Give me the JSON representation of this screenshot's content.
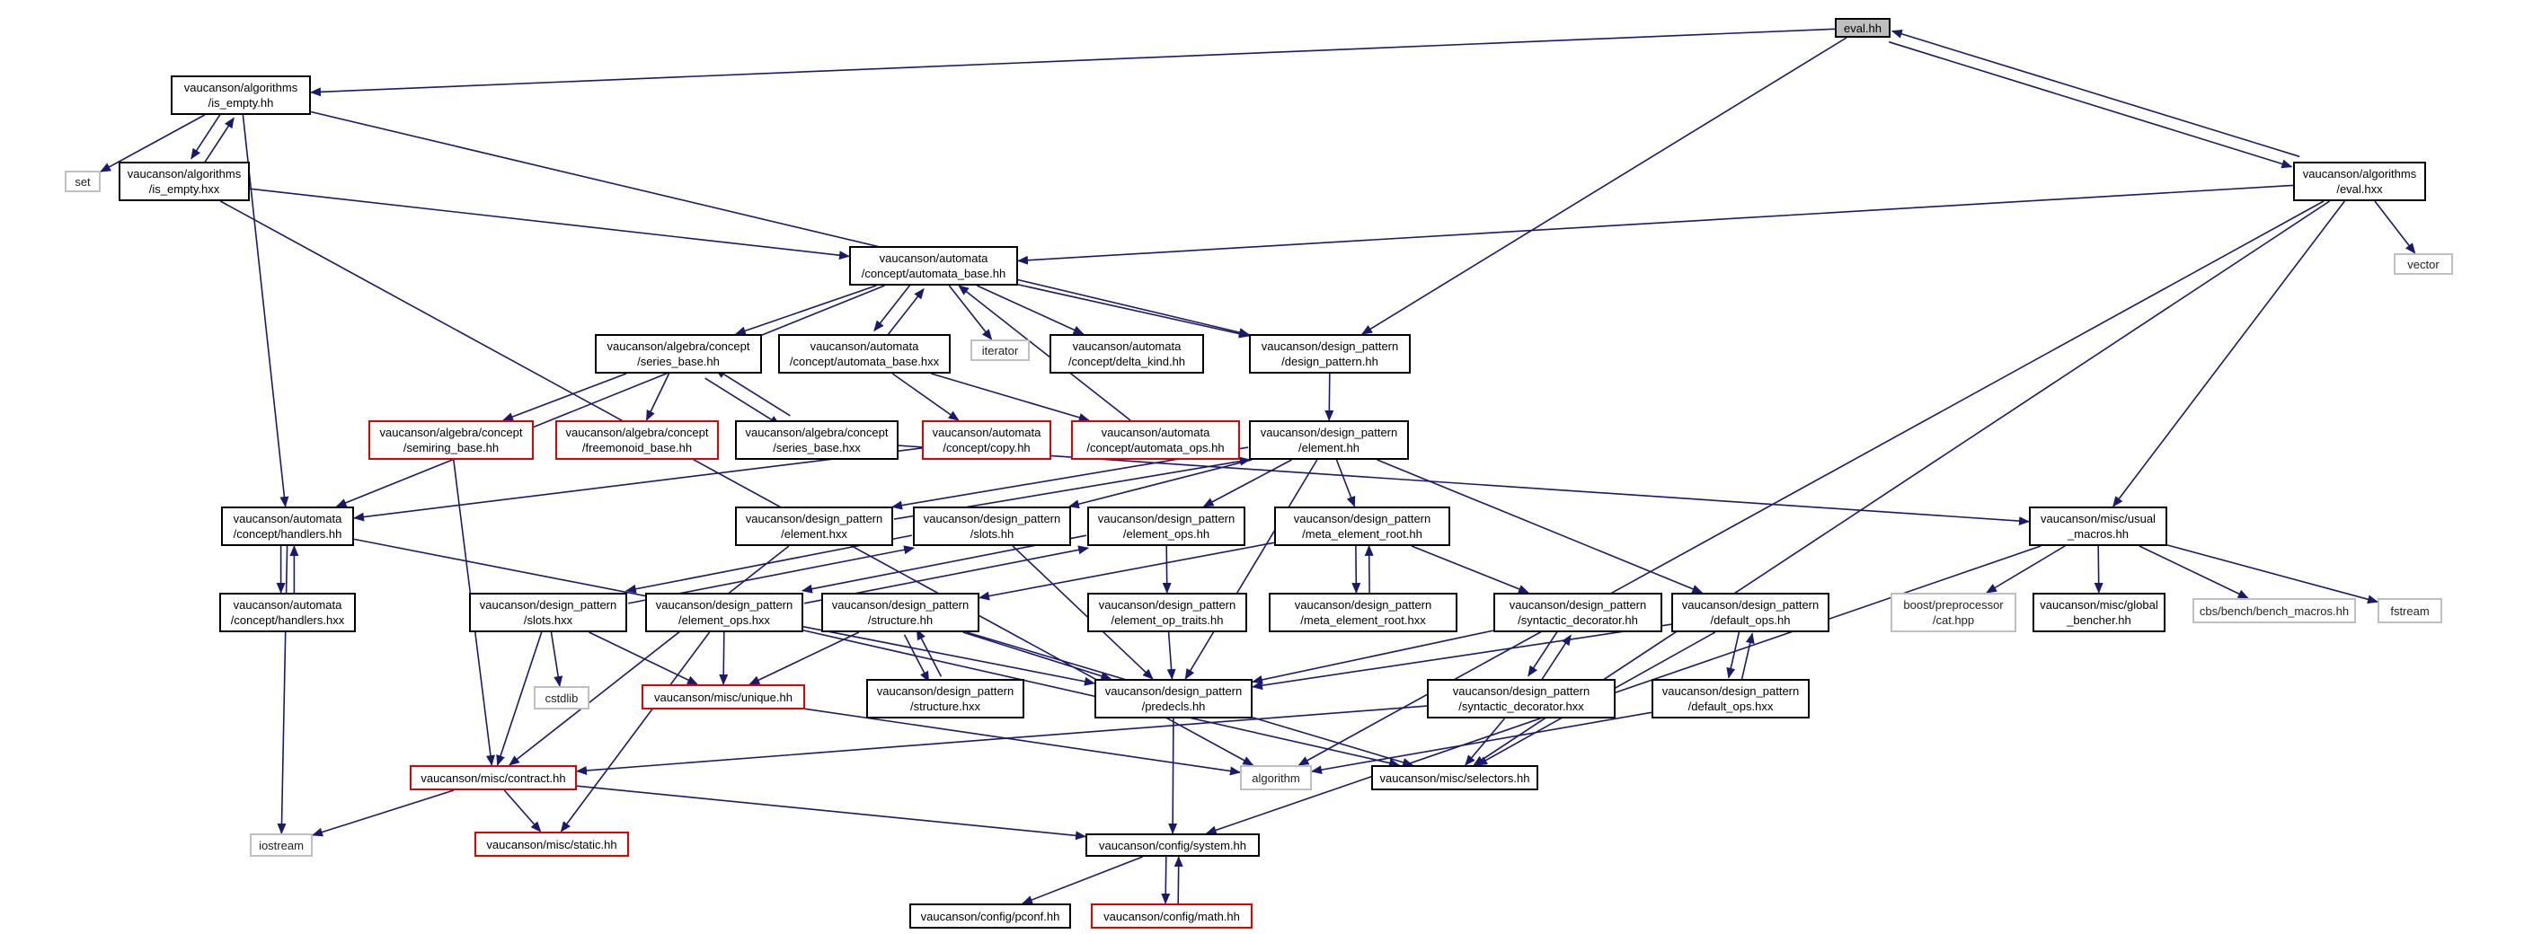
{
  "colors": {
    "edge": "#191970",
    "normal_border": "#000000",
    "missing_border": "#e00000",
    "external_border": "#bfbfbf",
    "root_fill": "#bfbfbf",
    "background": "#ffffff"
  },
  "nodes": [
    {
      "id": "eval_hh",
      "kind": "root",
      "lines": [
        "eval.hh"
      ]
    },
    {
      "id": "is_empty_hh",
      "kind": "normal",
      "lines": [
        "vaucanson/algorithms",
        "/is_empty.hh"
      ]
    },
    {
      "id": "set",
      "kind": "external",
      "lines": [
        "set"
      ]
    },
    {
      "id": "is_empty_hxx",
      "kind": "normal",
      "lines": [
        "vaucanson/algorithms",
        "/is_empty.hxx"
      ]
    },
    {
      "id": "eval_hxx",
      "kind": "normal",
      "lines": [
        "vaucanson/algorithms",
        "/eval.hxx"
      ]
    },
    {
      "id": "vector",
      "kind": "external",
      "lines": [
        "vector"
      ]
    },
    {
      "id": "automata_base_hh",
      "kind": "normal",
      "lines": [
        "vaucanson/automata",
        "/concept/automata_base.hh"
      ]
    },
    {
      "id": "series_base_hh",
      "kind": "normal",
      "lines": [
        "vaucanson/algebra/concept",
        "/series_base.hh"
      ]
    },
    {
      "id": "automata_base_hxx",
      "kind": "normal",
      "lines": [
        "vaucanson/automata",
        "/concept/automata_base.hxx"
      ]
    },
    {
      "id": "iterator",
      "kind": "external",
      "lines": [
        "iterator"
      ]
    },
    {
      "id": "delta_kind_hh",
      "kind": "normal",
      "lines": [
        "vaucanson/automata",
        "/concept/delta_kind.hh"
      ]
    },
    {
      "id": "design_pattern_hh",
      "kind": "normal",
      "lines": [
        "vaucanson/design_pattern",
        "/design_pattern.hh"
      ]
    },
    {
      "id": "semiring_base_hh",
      "kind": "missing",
      "lines": [
        "vaucanson/algebra/concept",
        "/semiring_base.hh"
      ]
    },
    {
      "id": "freemonoid_base_hh",
      "kind": "missing",
      "lines": [
        "vaucanson/algebra/concept",
        "/freemonoid_base.hh"
      ]
    },
    {
      "id": "series_base_hxx",
      "kind": "normal",
      "lines": [
        "vaucanson/algebra/concept",
        "/series_base.hxx"
      ]
    },
    {
      "id": "copy_hh",
      "kind": "missing",
      "lines": [
        "vaucanson/automata",
        "/concept/copy.hh"
      ]
    },
    {
      "id": "automata_ops_hh",
      "kind": "missing",
      "lines": [
        "vaucanson/automata",
        "/concept/automata_ops.hh"
      ]
    },
    {
      "id": "element_hh",
      "kind": "normal",
      "lines": [
        "vaucanson/design_pattern",
        "/element.hh"
      ]
    },
    {
      "id": "handlers_hh",
      "kind": "normal",
      "lines": [
        "vaucanson/automata",
        "/concept/handlers.hh"
      ]
    },
    {
      "id": "element_hxx",
      "kind": "normal",
      "lines": [
        "vaucanson/design_pattern",
        "/element.hxx"
      ]
    },
    {
      "id": "slots_hh",
      "kind": "normal",
      "lines": [
        "vaucanson/design_pattern",
        "/slots.hh"
      ]
    },
    {
      "id": "element_ops_hh",
      "kind": "normal",
      "lines": [
        "vaucanson/design_pattern",
        "/element_ops.hh"
      ]
    },
    {
      "id": "meta_element_root_hh",
      "kind": "normal",
      "lines": [
        "vaucanson/design_pattern",
        "/meta_element_root.hh"
      ]
    },
    {
      "id": "usual_macros_hh",
      "kind": "normal",
      "lines": [
        "vaucanson/misc/usual",
        "_macros.hh"
      ]
    },
    {
      "id": "handlers_hxx",
      "kind": "normal",
      "lines": [
        "vaucanson/automata",
        "/concept/handlers.hxx"
      ]
    },
    {
      "id": "slots_hxx",
      "kind": "normal",
      "lines": [
        "vaucanson/design_pattern",
        "/slots.hxx"
      ]
    },
    {
      "id": "element_ops_hxx",
      "kind": "normal",
      "lines": [
        "vaucanson/design_pattern",
        "/element_ops.hxx"
      ]
    },
    {
      "id": "structure_hh",
      "kind": "normal",
      "lines": [
        "vaucanson/design_pattern",
        "/structure.hh"
      ]
    },
    {
      "id": "element_op_traits_hh",
      "kind": "normal",
      "lines": [
        "vaucanson/design_pattern",
        "/element_op_traits.hh"
      ]
    },
    {
      "id": "meta_element_root_hxx",
      "kind": "normal",
      "lines": [
        "vaucanson/design_pattern",
        "/meta_element_root.hxx"
      ]
    },
    {
      "id": "syntactic_decorator_hh",
      "kind": "normal",
      "lines": [
        "vaucanson/design_pattern",
        "/syntactic_decorator.hh"
      ]
    },
    {
      "id": "default_ops_hh",
      "kind": "normal",
      "lines": [
        "vaucanson/design_pattern",
        "/default_ops.hh"
      ]
    },
    {
      "id": "preprocessor_cat",
      "kind": "external",
      "lines": [
        "boost/preprocessor",
        "/cat.hpp"
      ]
    },
    {
      "id": "global_bencher_hh",
      "kind": "normal",
      "lines": [
        "vaucanson/misc/global",
        "_bencher.hh"
      ]
    },
    {
      "id": "bench_macros_hh",
      "kind": "external",
      "lines": [
        "cbs/bench/bench_macros.hh"
      ]
    },
    {
      "id": "fstream",
      "kind": "external",
      "lines": [
        "fstream"
      ]
    },
    {
      "id": "cstdlib",
      "kind": "external",
      "lines": [
        "cstdlib"
      ]
    },
    {
      "id": "unique_hh",
      "kind": "missing",
      "lines": [
        "vaucanson/misc/unique.hh"
      ]
    },
    {
      "id": "structure_hxx",
      "kind": "normal",
      "lines": [
        "vaucanson/design_pattern",
        "/structure.hxx"
      ]
    },
    {
      "id": "predecls_hh",
      "kind": "normal",
      "lines": [
        "vaucanson/design_pattern",
        "/predecls.hh"
      ]
    },
    {
      "id": "syntactic_decorator_hxx",
      "kind": "normal",
      "lines": [
        "vaucanson/design_pattern",
        "/syntactic_decorator.hxx"
      ]
    },
    {
      "id": "default_ops_hxx",
      "kind": "normal",
      "lines": [
        "vaucanson/design_pattern",
        "/default_ops.hxx"
      ]
    },
    {
      "id": "contract_hh",
      "kind": "missing",
      "lines": [
        "vaucanson/misc/contract.hh"
      ]
    },
    {
      "id": "algorithm",
      "kind": "external",
      "lines": [
        "algorithm"
      ]
    },
    {
      "id": "selectors_hh",
      "kind": "normal",
      "lines": [
        "vaucanson/misc/selectors.hh"
      ]
    },
    {
      "id": "iostream",
      "kind": "external",
      "lines": [
        "iostream"
      ]
    },
    {
      "id": "static_hh",
      "kind": "missing",
      "lines": [
        "vaucanson/misc/static.hh"
      ]
    },
    {
      "id": "system_hh",
      "kind": "normal",
      "lines": [
        "vaucanson/config/system.hh"
      ]
    },
    {
      "id": "pconf_hh",
      "kind": "normal",
      "lines": [
        "vaucanson/config/pconf.hh"
      ]
    },
    {
      "id": "math_hh",
      "kind": "missing",
      "lines": [
        "vaucanson/config/math.hh"
      ]
    }
  ],
  "edges": [
    [
      "eval_hh",
      "is_empty_hh"
    ],
    [
      "eval_hh",
      "eval_hxx"
    ],
    [
      "eval_hh",
      "design_pattern_hh"
    ],
    [
      "is_empty_hh",
      "set"
    ],
    [
      "is_empty_hh",
      "is_empty_hxx"
    ],
    [
      "is_empty_hh",
      "handlers_hh"
    ],
    [
      "is_empty_hh",
      "design_pattern_hh"
    ],
    [
      "is_empty_hxx",
      "is_empty_hh"
    ],
    [
      "is_empty_hxx",
      "automata_base_hh"
    ],
    [
      "is_empty_hxx",
      "algorithm"
    ],
    [
      "eval_hxx",
      "eval_hh"
    ],
    [
      "eval_hxx",
      "automata_base_hh"
    ],
    [
      "eval_hxx",
      "vector"
    ],
    [
      "eval_hxx",
      "usual_macros_hh"
    ],
    [
      "eval_hxx",
      "algorithm"
    ],
    [
      "eval_hxx",
      "selectors_hh"
    ],
    [
      "automata_base_hh",
      "series_base_hh"
    ],
    [
      "automata_base_hh",
      "automata_base_hxx"
    ],
    [
      "automata_base_hh",
      "iterator"
    ],
    [
      "automata_base_hh",
      "delta_kind_hh"
    ],
    [
      "automata_base_hh",
      "design_pattern_hh"
    ],
    [
      "automata_base_hh",
      "handlers_hh"
    ],
    [
      "automata_base_hxx",
      "automata_base_hh"
    ],
    [
      "automata_base_hxx",
      "copy_hh"
    ],
    [
      "automata_base_hxx",
      "automata_ops_hh"
    ],
    [
      "automata_ops_hh",
      "automata_base_hh"
    ],
    [
      "series_base_hh",
      "semiring_base_hh"
    ],
    [
      "series_base_hh",
      "freemonoid_base_hh"
    ],
    [
      "series_base_hh",
      "series_base_hxx"
    ],
    [
      "series_base_hxx",
      "series_base_hh"
    ],
    [
      "series_base_hxx",
      "usual_macros_hh"
    ],
    [
      "semiring_base_hh",
      "contract_hh"
    ],
    [
      "copy_hh",
      "handlers_hh"
    ],
    [
      "design_pattern_hh",
      "element_hh"
    ],
    [
      "element_hh",
      "element_hxx"
    ],
    [
      "element_hh",
      "slots_hh"
    ],
    [
      "element_hh",
      "element_ops_hh"
    ],
    [
      "element_hh",
      "meta_element_root_hh"
    ],
    [
      "element_hh",
      "default_ops_hh"
    ],
    [
      "element_hh",
      "predecls_hh"
    ],
    [
      "element_hxx",
      "element_hh"
    ],
    [
      "element_hxx",
      "contract_hh"
    ],
    [
      "slots_hh",
      "slots_hxx"
    ],
    [
      "slots_hh",
      "predecls_hh"
    ],
    [
      "slots_hxx",
      "slots_hh"
    ],
    [
      "slots_hxx",
      "cstdlib"
    ],
    [
      "slots_hxx",
      "unique_hh"
    ],
    [
      "slots_hxx",
      "contract_hh"
    ],
    [
      "element_ops_hh",
      "element_ops_hxx"
    ],
    [
      "element_ops_hh",
      "element_op_traits_hh"
    ],
    [
      "element_ops_hxx",
      "element_ops_hh"
    ],
    [
      "element_ops_hxx",
      "unique_hh"
    ],
    [
      "element_ops_hxx",
      "static_hh"
    ],
    [
      "element_ops_hxx",
      "selectors_hh"
    ],
    [
      "element_op_traits_hh",
      "predecls_hh"
    ],
    [
      "meta_element_root_hh",
      "meta_element_root_hxx"
    ],
    [
      "meta_element_root_hh",
      "structure_hh"
    ],
    [
      "meta_element_root_hh",
      "syntactic_decorator_hh"
    ],
    [
      "meta_element_root_hxx",
      "meta_element_root_hh"
    ],
    [
      "structure_hh",
      "structure_hxx"
    ],
    [
      "structure_hh",
      "predecls_hh"
    ],
    [
      "structure_hh",
      "unique_hh"
    ],
    [
      "structure_hh",
      "selectors_hh"
    ],
    [
      "structure_hxx",
      "structure_hh"
    ],
    [
      "syntactic_decorator_hh",
      "syntactic_decorator_hxx"
    ],
    [
      "syntactic_decorator_hh",
      "predecls_hh"
    ],
    [
      "syntactic_decorator_hxx",
      "syntactic_decorator_hh"
    ],
    [
      "syntactic_decorator_hxx",
      "selectors_hh"
    ],
    [
      "syntactic_decorator_hxx",
      "contract_hh"
    ],
    [
      "default_ops_hh",
      "default_ops_hxx"
    ],
    [
      "default_ops_hh",
      "predecls_hh"
    ],
    [
      "default_ops_hh",
      "selectors_hh"
    ],
    [
      "default_ops_hxx",
      "default_ops_hh"
    ],
    [
      "default_ops_hxx",
      "algorithm"
    ],
    [
      "handlers_hh",
      "handlers_hxx"
    ],
    [
      "handlers_hh",
      "iostream"
    ],
    [
      "handlers_hh",
      "predecls_hh"
    ],
    [
      "handlers_hxx",
      "handlers_hh"
    ],
    [
      "usual_macros_hh",
      "preprocessor_cat"
    ],
    [
      "usual_macros_hh",
      "global_bencher_hh"
    ],
    [
      "usual_macros_hh",
      "bench_macros_hh"
    ],
    [
      "usual_macros_hh",
      "fstream"
    ],
    [
      "usual_macros_hh",
      "system_hh"
    ],
    [
      "predecls_hh",
      "system_hh"
    ],
    [
      "unique_hh",
      "algorithm"
    ],
    [
      "contract_hh",
      "iostream"
    ],
    [
      "contract_hh",
      "static_hh"
    ],
    [
      "contract_hh",
      "system_hh"
    ],
    [
      "system_hh",
      "pconf_hh"
    ],
    [
      "system_hh",
      "math_hh"
    ],
    [
      "math_hh",
      "system_hh"
    ]
  ]
}
